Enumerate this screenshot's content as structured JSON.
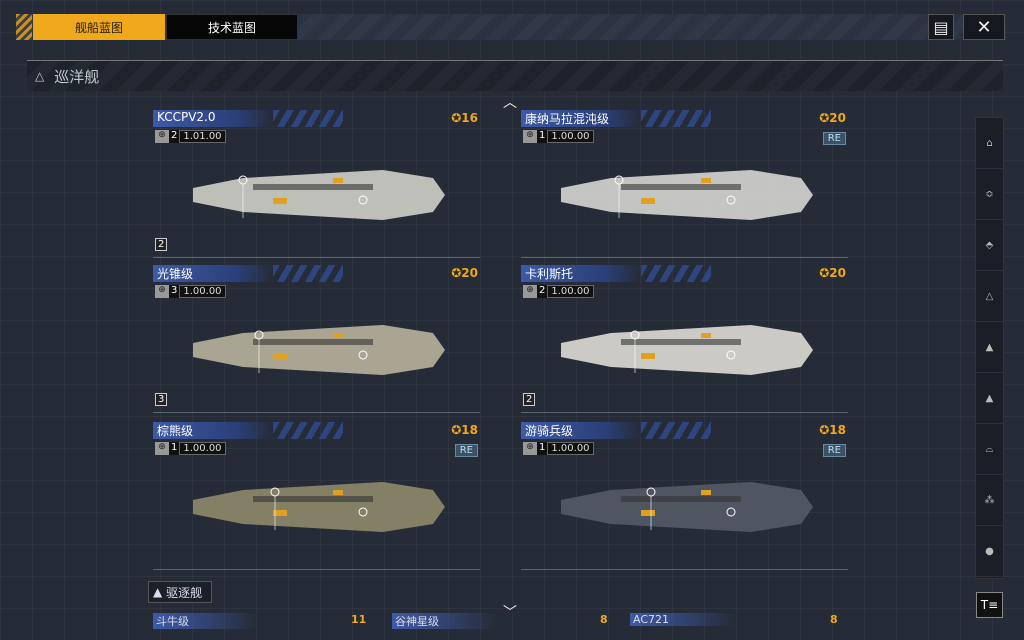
{
  "tabs": [
    "舰船蓝图",
    "技术蓝图"
  ],
  "top_buttons": {
    "list_icon": "list-icon",
    "close_icon": "close-icon"
  },
  "section_title": "巡洋舰",
  "cards": [
    {
      "name": "KCCPV2.0",
      "tier": "2",
      "version": "1.01.00",
      "cost": "16",
      "re": null,
      "corner": "2",
      "hull": "#cfcfc8"
    },
    {
      "name": "康纳马拉混沌级",
      "tier": "1",
      "version": "1.00.00",
      "cost": "20",
      "re": "RE",
      "corner": null,
      "hull": "#d6d6d2"
    },
    {
      "name": "光锥级",
      "tier": "3",
      "version": "1.00.00",
      "cost": "20",
      "re": null,
      "corner": "3",
      "hull": "#b9b39c"
    },
    {
      "name": "卡利斯托",
      "tier": "2",
      "version": "1.00.00",
      "cost": "20",
      "re": null,
      "corner": "2",
      "hull": "#dedcd4"
    },
    {
      "name": "棕熊级",
      "tier": "1",
      "version": "1.00.00",
      "cost": "18",
      "re": "RE",
      "corner": null,
      "hull": "#8e8a6a"
    },
    {
      "name": "游骑兵级",
      "tier": "1",
      "version": "1.00.00",
      "cost": "18",
      "re": "RE",
      "corner": null,
      "hull": "#555b66"
    }
  ],
  "destroyer_section": "驱逐舰",
  "destroyers": [
    {
      "name": "斗牛级",
      "cost": "11"
    },
    {
      "name": "谷神星级",
      "cost": "8"
    },
    {
      "name": "AC721",
      "cost": "8"
    }
  ],
  "side_icons": [
    "carrier-icon",
    "battlecruiser-icon",
    "battleship-icon",
    "cruiser-icon",
    "destroyer-icon",
    "frigate-icon",
    "corvette-icon",
    "fighter-icon",
    "utility-icon"
  ],
  "side_glyphs": [
    "⌂",
    "≎",
    "⬘",
    "△",
    "▲",
    "▲",
    "⌓",
    "⁂",
    "●"
  ],
  "filter_label": "T≡"
}
